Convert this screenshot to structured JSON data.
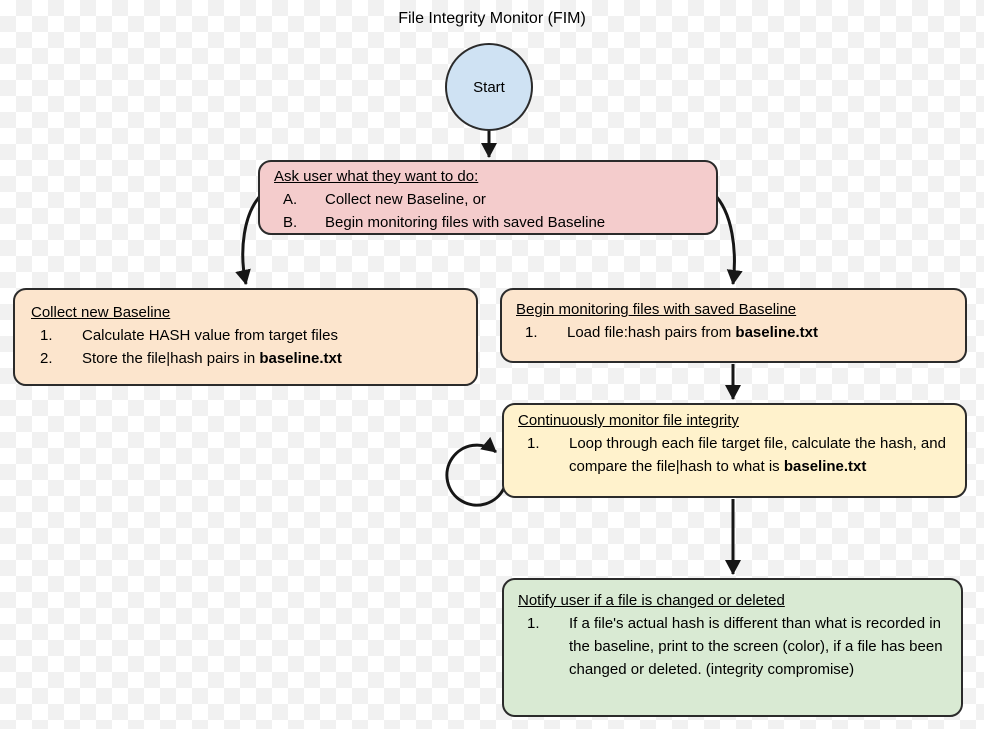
{
  "title": "File Integrity Monitor (FIM)",
  "colors": {
    "start_fill": "#cfe2f3",
    "ask_fill": "#f4cccc",
    "baseline_fill": "#fce5cd",
    "monitor_loop_fill": "#fff2cc",
    "notify_fill": "#d9ead3",
    "border": "#2b2b2b",
    "arrow": "#161616",
    "checker_gray": "#f1f1f1"
  },
  "nodes": {
    "start": {
      "label": "Start"
    },
    "ask": {
      "heading": "Ask user what they want to do:",
      "items": [
        {
          "marker": "A.",
          "pre": "Collect new Baseline, or",
          "bold": ""
        },
        {
          "marker": "B.",
          "pre": "Begin monitoring files with saved Baseline",
          "bold": ""
        }
      ]
    },
    "collect": {
      "heading": "Collect new Baseline",
      "items": [
        {
          "marker": "1.",
          "pre": "Calculate HASH value from target files",
          "bold": ""
        },
        {
          "marker": "2.",
          "pre": "Store the file|hash pairs in ",
          "bold": "baseline.txt"
        }
      ]
    },
    "monitor": {
      "heading": "Begin monitoring files with saved Baseline",
      "items": [
        {
          "marker": "1.",
          "pre": "Load file:hash pairs from ",
          "bold": "baseline.txt"
        }
      ]
    },
    "loop": {
      "heading": "Continuously monitor file integrity",
      "items": [
        {
          "marker": "1.",
          "pre": "Loop through each file target file, calculate the hash, and compare the file|hash to what is ",
          "bold": "baseline.txt"
        }
      ]
    },
    "notify": {
      "heading": "Notify user if a file is changed or deleted",
      "items": [
        {
          "marker": "1.",
          "pre": "If a file's actual hash is different than what is recorded in the baseline, print to the screen (color), if a file has been changed or deleted. (integrity compromise)",
          "bold": ""
        }
      ]
    }
  }
}
